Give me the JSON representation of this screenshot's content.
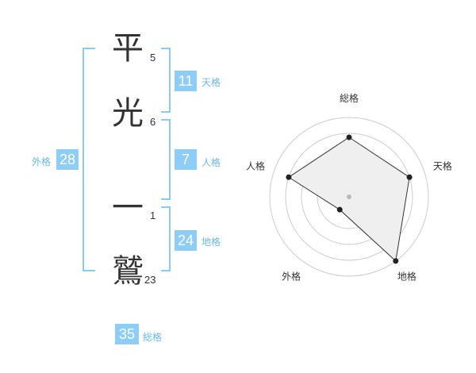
{
  "name": {
    "chars": [
      {
        "char": "平",
        "strokes": "5"
      },
      {
        "char": "光",
        "strokes": "6"
      },
      {
        "char": "一",
        "strokes": "1"
      },
      {
        "char": "鷲",
        "strokes": "23"
      }
    ]
  },
  "fortune": {
    "tenkaku": {
      "value": "11",
      "label": "天格"
    },
    "jinkaku": {
      "value": "7",
      "label": "人格"
    },
    "chikaku": {
      "value": "24",
      "label": "地格"
    },
    "gaikaku": {
      "value": "28",
      "label": "外格"
    },
    "soukaku": {
      "value": "35",
      "label": "総格"
    }
  },
  "chart_data": {
    "type": "radar",
    "axes": [
      "総格",
      "天格",
      "地格",
      "外格",
      "人格"
    ],
    "values": [
      0.75,
      0.8,
      1.0,
      0.2,
      0.8
    ],
    "range": [
      0,
      1
    ],
    "grid": true,
    "rings": 5,
    "colors": {
      "fill": "#efefef",
      "line": "#333333",
      "grid": "#cccccc",
      "center": "#bbbbbb"
    }
  },
  "colors": {
    "accent": "#8dcdf6",
    "accent_text": "#6ab8e6",
    "bracket": "#8ec9ef",
    "text": "#333333"
  }
}
